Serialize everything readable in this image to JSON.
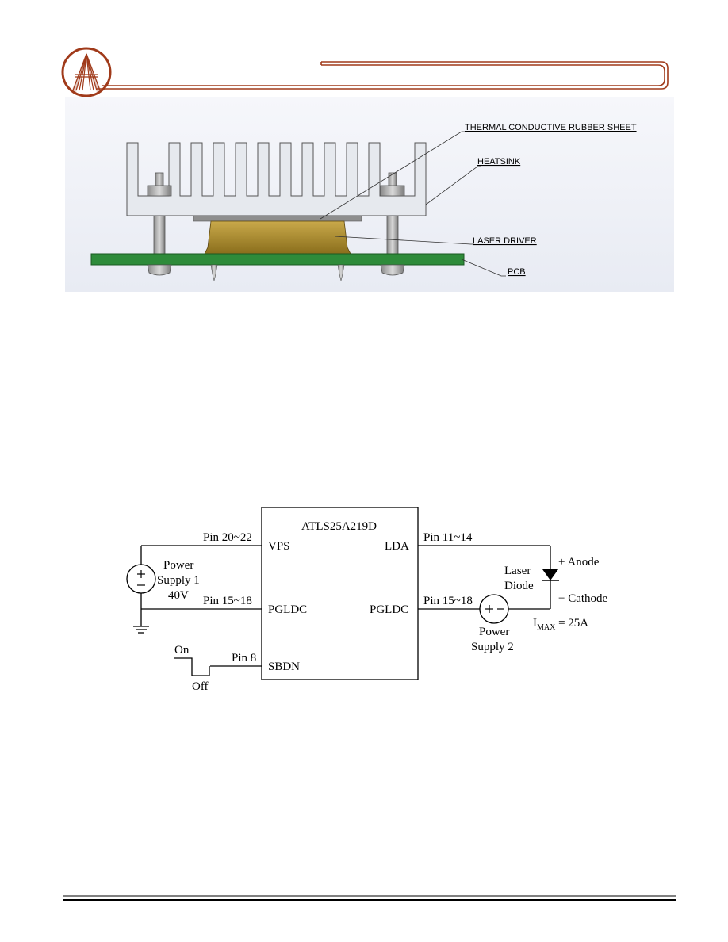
{
  "mech_figure": {
    "labels": {
      "rubber_sheet": "THERMAL CONDUCTIVE RUBBER SHEET",
      "heatsink": "HEATSINK",
      "laser_driver": "LASER DRIVER",
      "pcb": "PCB"
    },
    "colors": {
      "pcb": "#2e8b3a",
      "driver": "#a88a2a",
      "heatsink": "#e6e9ee",
      "rubber": "#8e8e8e"
    }
  },
  "schematic": {
    "chip_name": "ATLS25A219D",
    "left_pins": {
      "vps_label": "VPS",
      "vps_pins": "Pin 20~22",
      "pgldc_label": "PGLDC",
      "pgldc_pins": "Pin 15~18",
      "sbdn_label": "SBDN",
      "sbdn_pins": "Pin 8"
    },
    "right_pins": {
      "lda_label": "LDA",
      "lda_pins": "Pin 11~14",
      "pgldc_label": "PGLDC",
      "pgldc_pins": "Pin 15~18"
    },
    "supply1": {
      "line1": "Power",
      "line2": "Supply 1",
      "voltage": "40V"
    },
    "supply2": {
      "line1": "Power",
      "line2": "Supply 2"
    },
    "laser": {
      "line1": "Laser",
      "line2": "Diode",
      "anode": "+ Anode",
      "cathode": "− Cathode",
      "imax_prefix": "I",
      "imax_sub": "MAX",
      "imax_value": " = 25A"
    },
    "switch": {
      "on": "On",
      "off": "Off"
    }
  }
}
